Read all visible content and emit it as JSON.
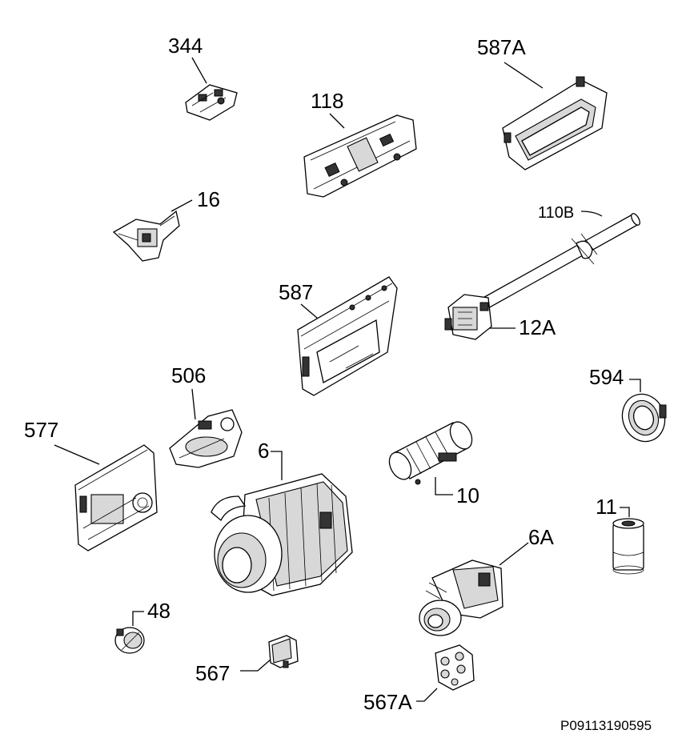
{
  "diagram": {
    "parts": [
      {
        "id": "344",
        "label": "344",
        "icon": "switch-clip"
      },
      {
        "id": "118",
        "label": "118",
        "icon": "control-board"
      },
      {
        "id": "587A",
        "label": "587A",
        "icon": "display-frame"
      },
      {
        "id": "16",
        "label": "16",
        "icon": "door-switch"
      },
      {
        "id": "110B",
        "label": "110B",
        "icon": "hose"
      },
      {
        "id": "12A",
        "label": "12A",
        "icon": "drain-pump-connector"
      },
      {
        "id": "587",
        "label": "587",
        "icon": "bracket-board"
      },
      {
        "id": "506",
        "label": "506",
        "icon": "flow-meter"
      },
      {
        "id": "594",
        "label": "594",
        "icon": "seal-ring"
      },
      {
        "id": "577",
        "label": "577",
        "icon": "power-module"
      },
      {
        "id": "6",
        "label": "6",
        "icon": "circulation-pump-motor"
      },
      {
        "id": "10",
        "label": "10",
        "icon": "heater-element"
      },
      {
        "id": "11",
        "label": "11",
        "icon": "capacitor"
      },
      {
        "id": "6A",
        "label": "6A",
        "icon": "drain-pump"
      },
      {
        "id": "48",
        "label": "48",
        "icon": "sensor-knob"
      },
      {
        "id": "567",
        "label": "567",
        "icon": "connector-plug"
      },
      {
        "id": "567A",
        "label": "567A",
        "icon": "connector-block"
      }
    ],
    "reference_code": "P09113190595"
  }
}
